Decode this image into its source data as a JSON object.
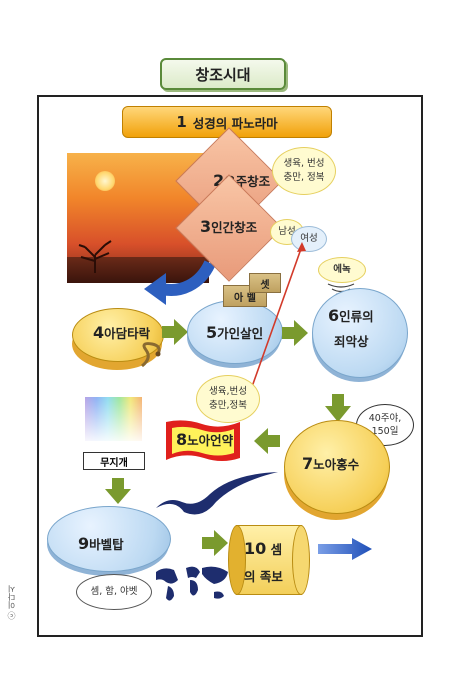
{
  "title": "창조시대",
  "banner": {
    "number": "1",
    "label": "성경의 파노라마"
  },
  "steps": [
    {
      "number": "2",
      "label": "우주창조"
    },
    {
      "number": "3",
      "label": "인간창조"
    },
    {
      "number": "4",
      "label": "아담타락"
    },
    {
      "number": "5",
      "label": "가인살인"
    },
    {
      "number": "6",
      "label": "인류의"
    },
    {
      "number": "",
      "label": "죄악상"
    },
    {
      "number": "7",
      "label": "노아홍수"
    },
    {
      "number": "8",
      "label": "노아언약"
    },
    {
      "number": "9",
      "label": "바벨탑"
    },
    {
      "number": "10",
      "label": "셈"
    },
    {
      "number": "",
      "label": "의 족보"
    }
  ],
  "bubbles": {
    "blessing_top": [
      "생육, 번성",
      "충만, 정복"
    ],
    "man": "남성",
    "woman": "여성",
    "enoch": "에녹",
    "blessing_mid": [
      "생육,번성",
      "충만,정복"
    ],
    "flood_note": [
      "40주야,",
      "150일"
    ],
    "sons": "셈, 함, 야벳"
  },
  "signs": {
    "abel": "아 벨",
    "seth": "셋"
  },
  "rainbow": "무지개",
  "credit": "ⓒ 이다시",
  "colors": {
    "arrow_green": "#7a9a2e",
    "arrow_blue": "#2d5fbf",
    "connector_red": "#d23a2a"
  }
}
